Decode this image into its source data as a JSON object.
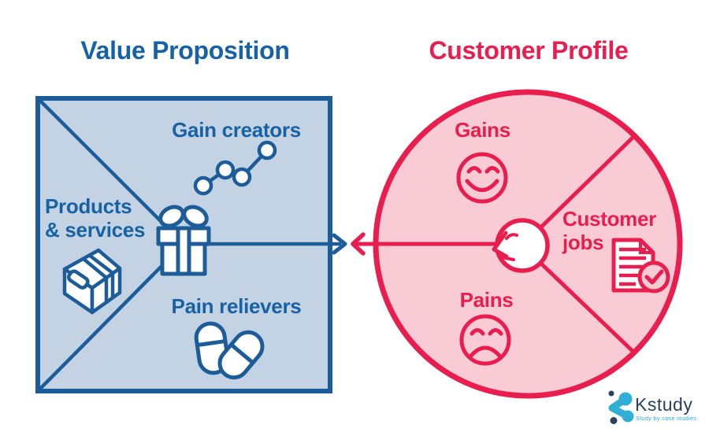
{
  "colors": {
    "blue_text": "#1762a5",
    "blue_stroke": "#1c5c99",
    "blue_square_fill": "#c3d3e4",
    "red": "#e91d4e",
    "pink_circle_fill": "#f9cbd5",
    "logo_navy": "#2b3f5e",
    "logo_blue": "#31aed6"
  },
  "value_proposition": {
    "title": "Value Proposition",
    "gain_creators": "Gain creators",
    "products_services": {
      "line1": "Products",
      "line2": "& services"
    },
    "pain_relievers": "Pain relievers",
    "icons": {
      "center": "gift-icon",
      "gain_creators": "growth-chart-icon",
      "products_services": "package-box-icon",
      "pain_relievers": "pills-icon"
    }
  },
  "customer_profile": {
    "title": "Customer Profile",
    "gains": "Gains",
    "customer_jobs": {
      "line1": "Customer",
      "line2": "jobs"
    },
    "pains": "Pains",
    "icons": {
      "center": "head-profile-icon",
      "gains": "happy-face-icon",
      "customer_jobs": "checklist-document-icon",
      "pains": "sad-face-icon"
    }
  },
  "arrows": {
    "left_to_right": "blue-right-arrow",
    "right_to_left": "red-left-arrow"
  },
  "logo": {
    "name": "Kstudy",
    "tagline": "Study by case studies",
    "icon": "kstudy-k-icon"
  }
}
